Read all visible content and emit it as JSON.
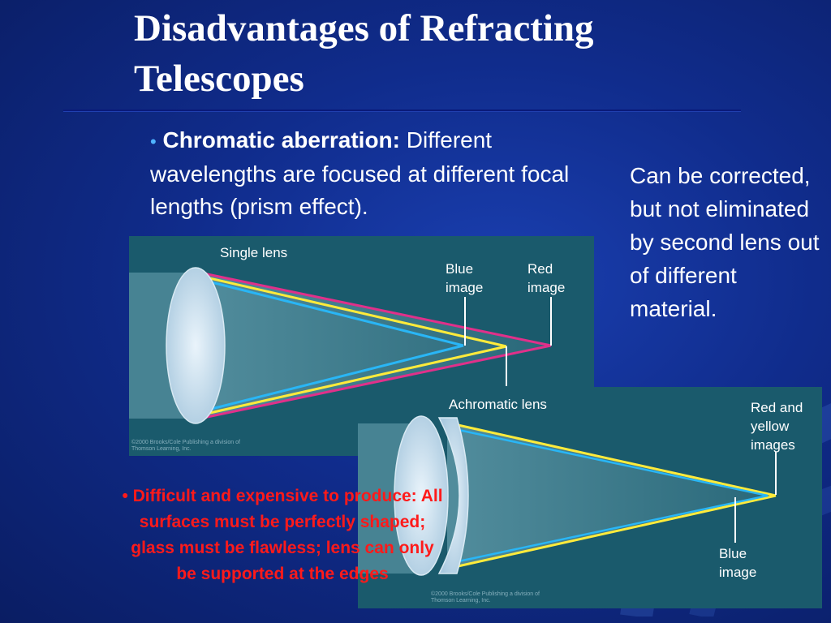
{
  "slide": {
    "title": "Disadvantages of Refracting Telescopes",
    "bullet1": {
      "bullet": "•",
      "term": "Chromatic aberration:",
      "text": " Different wavelengths are focused at different focal lengths (prism effect)."
    },
    "side_note": "Can be corrected, but not eliminated by second lens out of different material.",
    "bullet2": "• Difficult and expensive to produce: All surfaces must be perfectly shaped; glass must be flawless; lens can only be supported at the edges"
  },
  "diagram1": {
    "label_lens": "Single lens",
    "label_blue": "Blue image",
    "label_red": "Red image",
    "credit": "©2000 Brooks/Cole Publishing a division of Thomson Learning, Inc."
  },
  "diagram2": {
    "label_lens": "Achromatic lens",
    "label_red_yellow": "Red and yellow images",
    "label_blue": "Blue image",
    "credit": "©2000 Brooks/Cole Publishing a division of Thomson Learning, Inc."
  },
  "colors": {
    "background": "#102c8c",
    "title": "#ffffff",
    "bullet_marker": "#4fb3ff",
    "warning_text": "#ff1a1a",
    "panel": "#1a5a6c",
    "ray_blue": "#29b6f6",
    "ray_yellow": "#ffeb3b",
    "ray_red": "#e0308a"
  }
}
